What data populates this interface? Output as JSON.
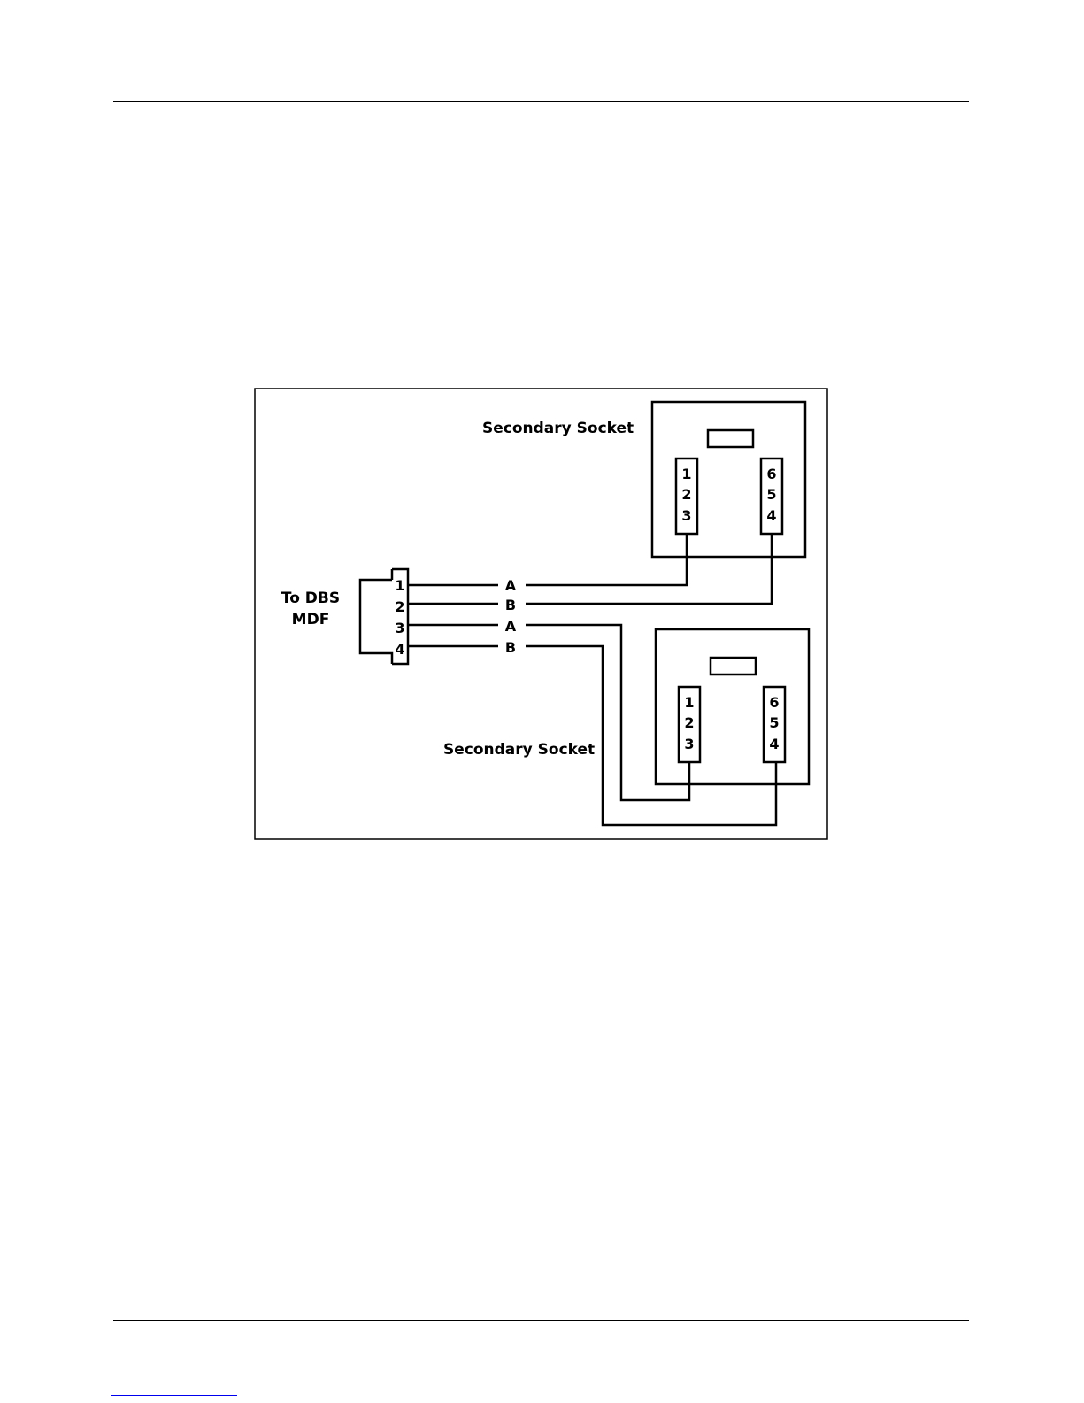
{
  "diagram": {
    "source_label_line1": "To DBS",
    "source_label_line2": "MDF",
    "connector_pins": [
      "1",
      "2",
      "3",
      "4"
    ],
    "wire_labels": [
      "A",
      "B",
      "A",
      "B"
    ],
    "socket_top": {
      "label": "Secondary Socket",
      "left_pins": [
        "1",
        "2",
        "3"
      ],
      "right_pins": [
        "6",
        "5",
        "4"
      ]
    },
    "socket_bottom": {
      "label": "Secondary Socket",
      "left_pins": [
        "1",
        "2",
        "3"
      ],
      "right_pins": [
        "6",
        "5",
        "4"
      ]
    }
  }
}
